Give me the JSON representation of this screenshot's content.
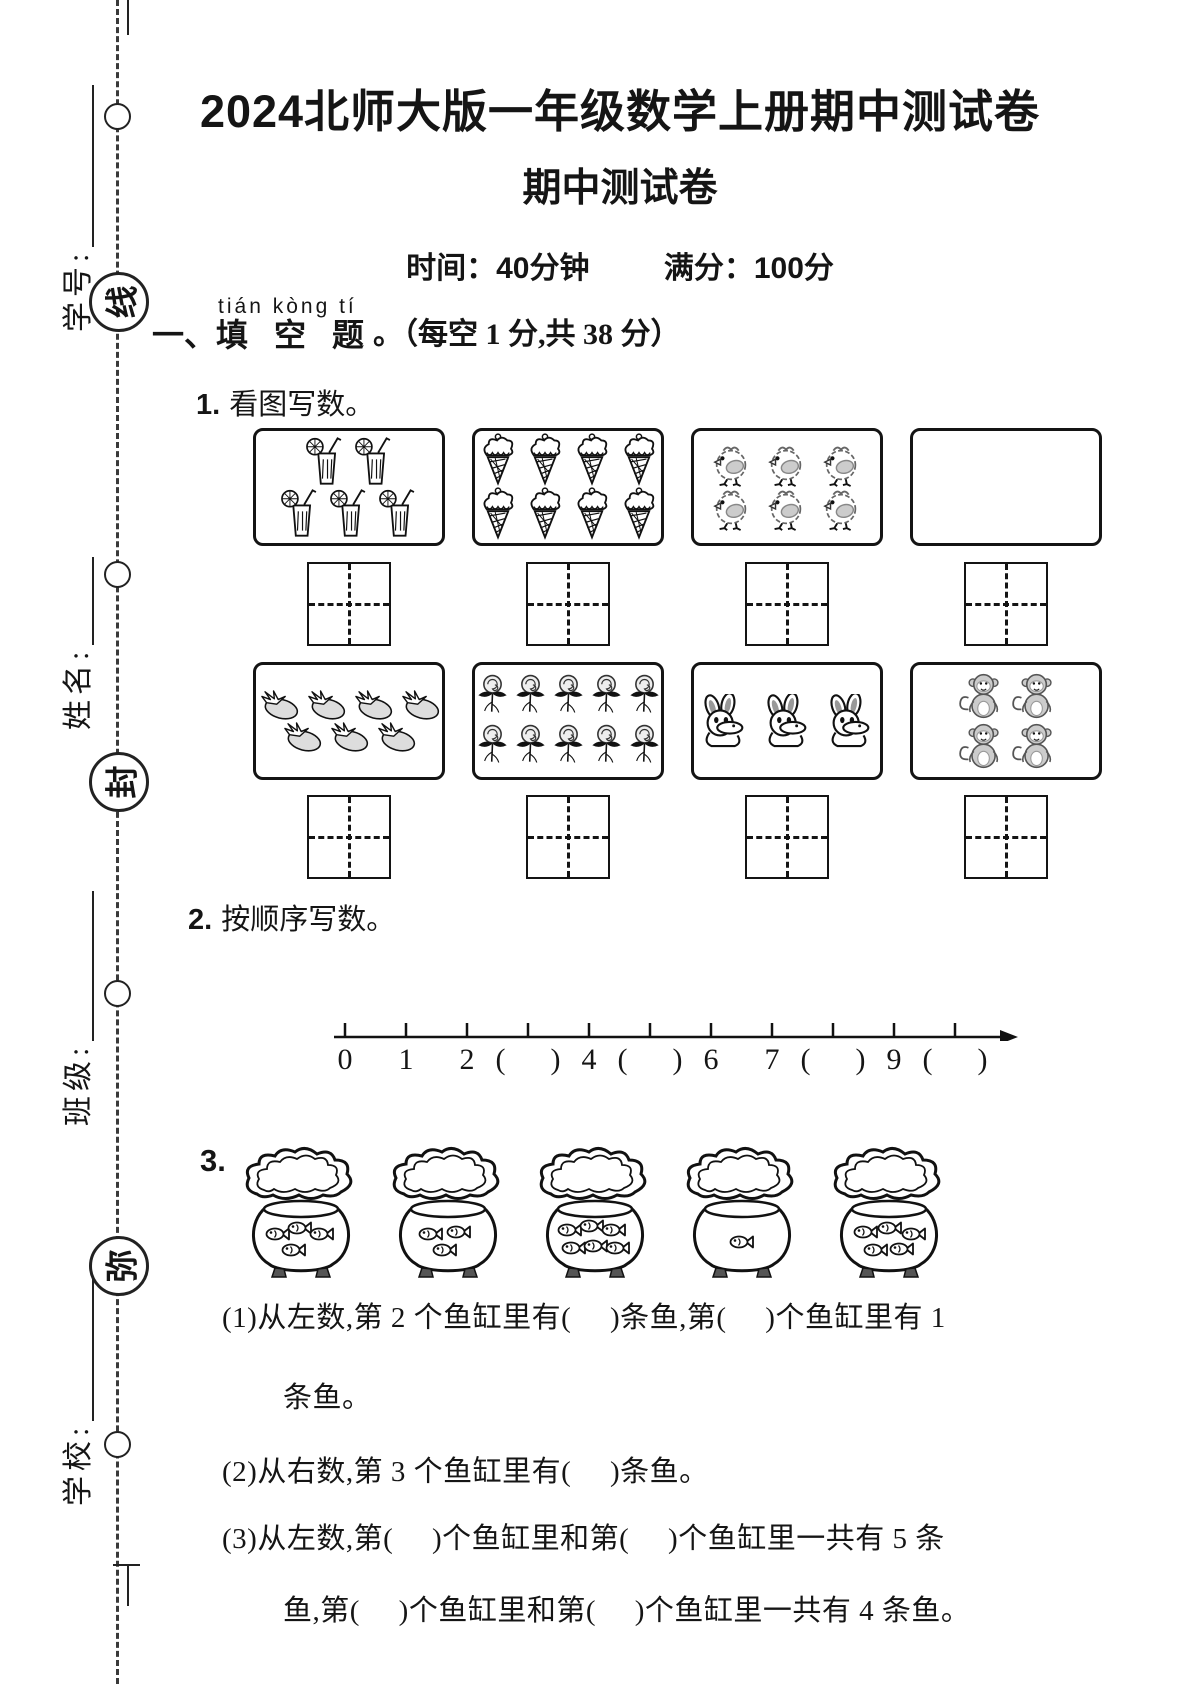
{
  "margin": {
    "fields": [
      {
        "label": "学号:"
      },
      {
        "label": "姓名:"
      },
      {
        "label": "班级:"
      },
      {
        "label": "学校:"
      }
    ],
    "seals": [
      {
        "char": "线"
      },
      {
        "char": "封"
      },
      {
        "char": "弥"
      }
    ]
  },
  "header": {
    "title": "2024北师大版一年级数学上册期中测试卷",
    "subtitle": "期中测试卷",
    "time_label": "时间：40分钟",
    "score_label": "满分：100分"
  },
  "section1": {
    "pinyin": "tián kòng  tí",
    "heading_prefix": "一、",
    "heading_main": "填 空 题",
    "heading_suffix": "。（每空 1 分,共 38 分）"
  },
  "q1": {
    "number": "1.",
    "prompt": "看图写数。",
    "boxes": [
      {
        "icon": "drink",
        "item": "lemonade-drinks",
        "count": 5,
        "rows": [
          2,
          3
        ]
      },
      {
        "icon": "icecream",
        "item": "ice-cream-cones",
        "count": 8,
        "rows": [
          4,
          4
        ]
      },
      {
        "icon": "chick",
        "item": "chicks",
        "count": 6,
        "rows": [
          3,
          3
        ]
      },
      {
        "icon": "none",
        "item": "empty",
        "count": 0,
        "rows": []
      },
      {
        "icon": "eggplant",
        "item": "eggplants",
        "count": 7,
        "rows": [
          4,
          3
        ]
      },
      {
        "icon": "flower",
        "item": "flowers",
        "count": 10,
        "rows": [
          5,
          5
        ]
      },
      {
        "icon": "rabbit",
        "item": "rabbits",
        "count": 3,
        "rows": [
          3
        ]
      },
      {
        "icon": "monkey",
        "item": "monkeys",
        "count": 4,
        "rows": [
          2,
          2
        ]
      }
    ]
  },
  "q2": {
    "number": "2.",
    "prompt": "按顺序写数。",
    "tick_labels": [
      "0",
      "1",
      "2",
      "(      )",
      "4",
      "(      )",
      "6",
      "7",
      "(      )",
      "9",
      "(      )"
    ]
  },
  "q3": {
    "number": "3.",
    "bowls": [
      {
        "fish": 4
      },
      {
        "fish": 3
      },
      {
        "fish": 6
      },
      {
        "fish": 1
      },
      {
        "fish": 5
      }
    ],
    "lines": [
      {
        "text": "(1)从左数,第 2 个鱼缸里有(     )条鱼,第(     )个鱼缸里有 1"
      },
      {
        "text": "条鱼。"
      },
      {
        "text": "(2)从右数,第 3 个鱼缸里有(     )条鱼。"
      },
      {
        "text": "(3)从左数,第(     )个鱼缸里和第(     )个鱼缸里一共有 5 条"
      },
      {
        "text": "鱼,第(     )个鱼缸里和第(     )个鱼缸里一共有 4 条鱼。"
      }
    ]
  }
}
